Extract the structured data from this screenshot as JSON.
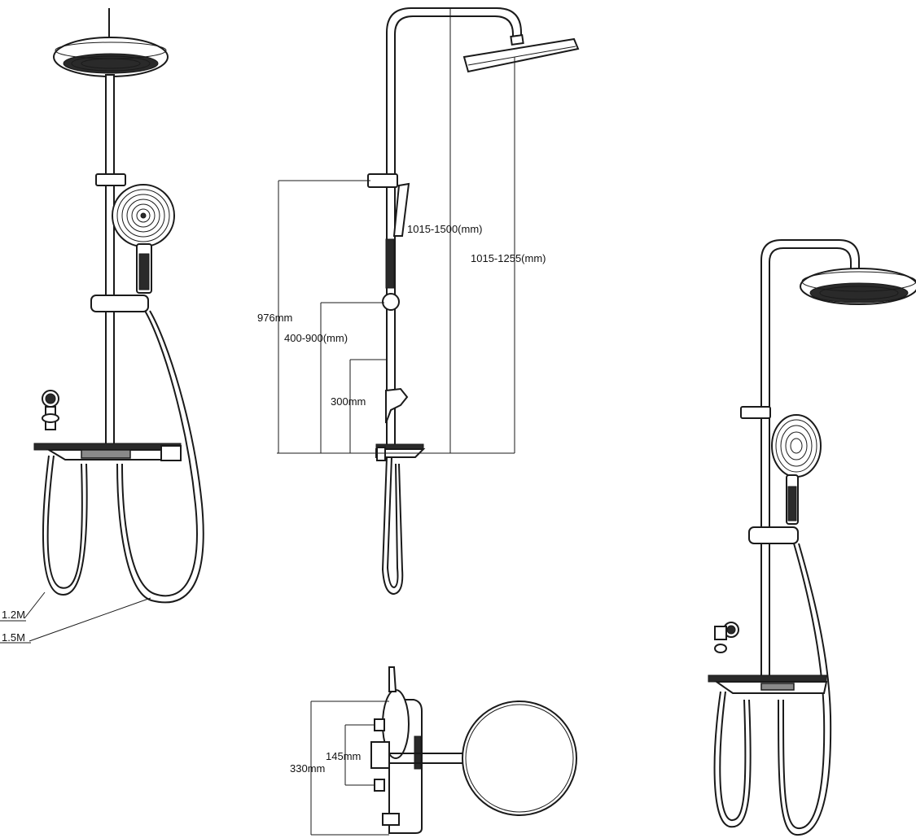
{
  "labels": {
    "hose_short": "1.2M",
    "hose_long": "1.5M",
    "total_height": "1015-1500(mm)",
    "head_height": "1015-1255(mm)",
    "slide_height": "976mm",
    "bracket_range": "400-900(mm)",
    "holder_height": "300mm",
    "spacing_small": "145mm",
    "spacing_large": "330mm"
  },
  "colors": {
    "line": "#1a1a1a",
    "fill_dark": "#2a2a2a",
    "background": "#ffffff"
  }
}
